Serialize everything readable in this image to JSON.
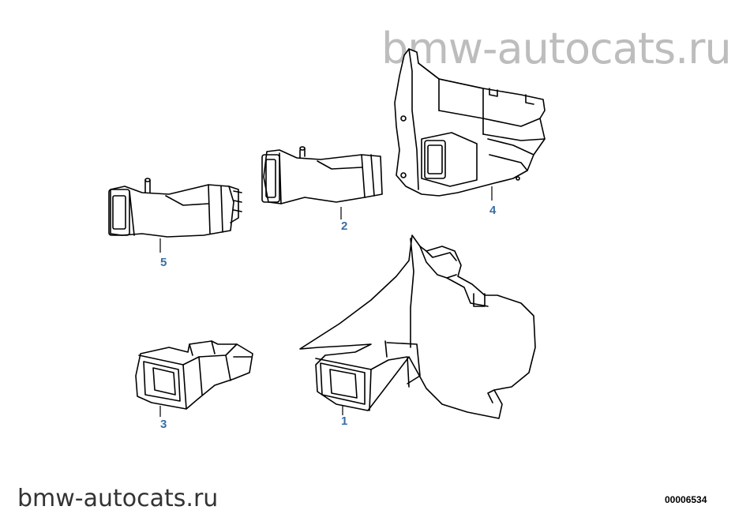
{
  "watermark_top": "bmw-autocats.ru",
  "watermark_bottom": "bmw-autocats.ru",
  "diagram_code": "00006534",
  "callouts": {
    "c1": "1",
    "c2": "2",
    "c3": "3",
    "c4": "4",
    "c5": "5"
  }
}
